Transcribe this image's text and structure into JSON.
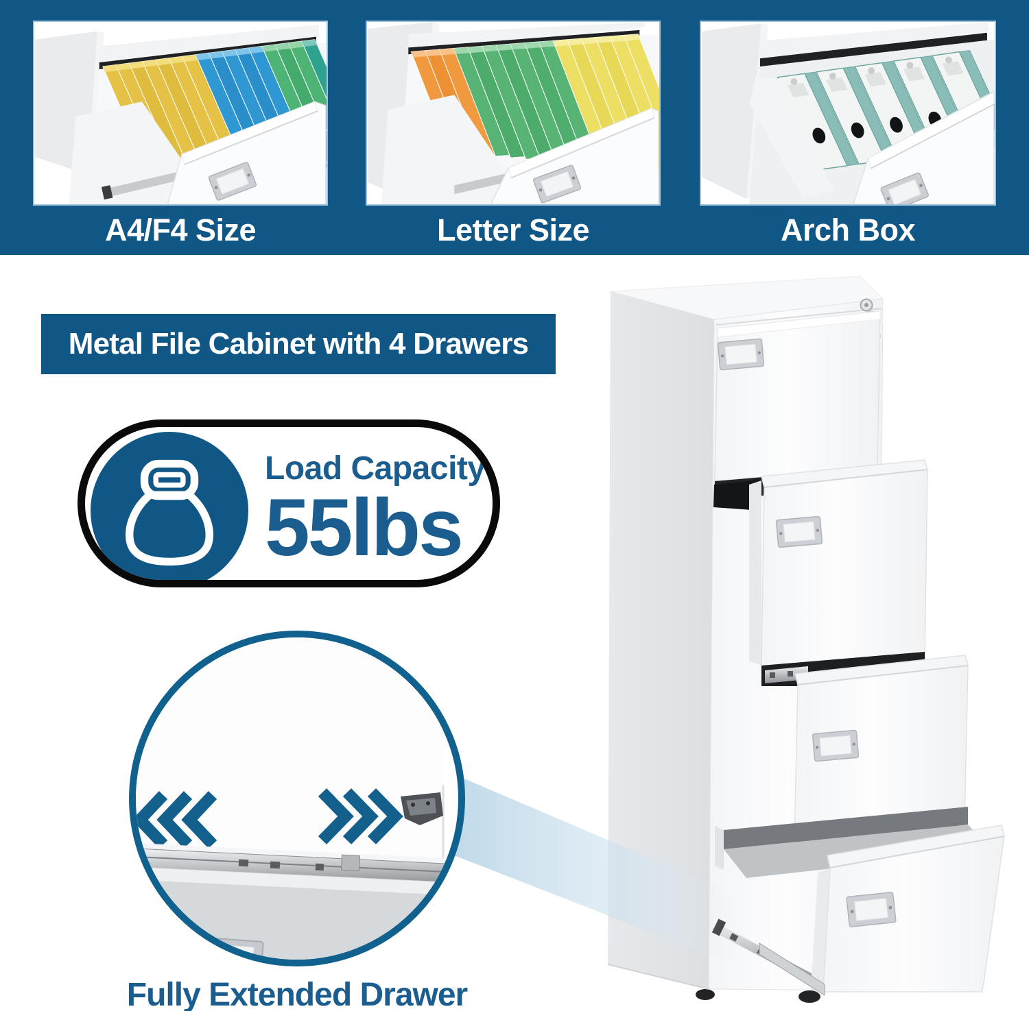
{
  "colors": {
    "blue": "#115786",
    "text-blue": "#1b5d8f",
    "ring-blue": "#11618e",
    "chevron-blue": "#14608d",
    "photo-edge": "#9fc3da",
    "pill-border": "#0a0a0a",
    "beam": "#bcd7e8",
    "slot-dark": "#1f2123",
    "cabinet-side": "#e9ecee",
    "metal": "#c9cdd1",
    "binder-spine": "#f3f5f4",
    "binder-body": "#8abdb8",
    "binder-side": "#6ca69f",
    "binder-hole": "#111416"
  },
  "size_panels": [
    {
      "label": "A4/F4 Size",
      "folders": [
        {
          "c": "#e5c246",
          "e": "#f2dd7a"
        },
        {
          "c": "#e5c246",
          "e": "#f2dd7a"
        },
        {
          "c": "#dfbc3e",
          "e": "#f2dd7a"
        },
        {
          "c": "#e5c246",
          "e": "#f2dd7a"
        },
        {
          "c": "#dfbc3e",
          "e": "#f2dd7a"
        },
        {
          "c": "#e5c246",
          "e": "#f2dd7a"
        },
        {
          "c": "#e5c246",
          "e": "#f2dd7a"
        },
        {
          "c": "#2f97d2",
          "e": "#7fc4e9"
        },
        {
          "c": "#2a8ecb",
          "e": "#7fc4e9"
        },
        {
          "c": "#2f97d2",
          "e": "#7fc4e9"
        },
        {
          "c": "#2a8ecb",
          "e": "#7fc4e9"
        },
        {
          "c": "#2f97d2",
          "e": "#7fc4e9"
        },
        {
          "c": "#4db475",
          "e": "#93d4a8"
        },
        {
          "c": "#44ab6c",
          "e": "#93d4a8"
        },
        {
          "c": "#4db475",
          "e": "#93d4a8"
        },
        {
          "c": "#2ea18f",
          "e": "#7cc8bb"
        }
      ]
    },
    {
      "label": "Letter Size",
      "folders": [
        {
          "c": "#f0993f",
          "e": "#f8c188"
        },
        {
          "c": "#ee9135",
          "e": "#f8c188"
        },
        {
          "c": "#f0993f",
          "e": "#f8c188"
        },
        {
          "c": "#57b474",
          "e": "#a0d8ae"
        },
        {
          "c": "#4dab6b",
          "e": "#a0d8ae"
        },
        {
          "c": "#57b474",
          "e": "#a0d8ae"
        },
        {
          "c": "#4dab6b",
          "e": "#a0d8ae"
        },
        {
          "c": "#57b474",
          "e": "#a0d8ae"
        },
        {
          "c": "#4fae6e",
          "e": "#a0d8ae"
        },
        {
          "c": "#57b474",
          "e": "#a0d8ae"
        },
        {
          "c": "#ecdf63",
          "e": "#f6ee9e"
        },
        {
          "c": "#e7d957",
          "e": "#f6ee9e"
        },
        {
          "c": "#ecdf63",
          "e": "#f6ee9e"
        },
        {
          "c": "#e7d957",
          "e": "#f6ee9e"
        },
        {
          "c": "#ecdf63",
          "e": "#f6ee9e"
        },
        {
          "c": "#ecdf63",
          "e": "#f6ee9e"
        }
      ]
    },
    {
      "label": "Arch Box",
      "binder_count": 5
    }
  ],
  "banner": {
    "title": "Metal File Cabinet with 4 Drawers"
  },
  "load_badge": {
    "label": "Load Capacity",
    "value": "55lbs",
    "icon": "kettlebell-icon"
  },
  "extension_inset": {
    "caption": "Fully Extended Drawer",
    "left_icon": "chevrons-left-icon",
    "right_icon": "chevrons-right-icon"
  },
  "cabinet": {
    "drawer_count": "4",
    "lock_icon": "key-icon"
  }
}
